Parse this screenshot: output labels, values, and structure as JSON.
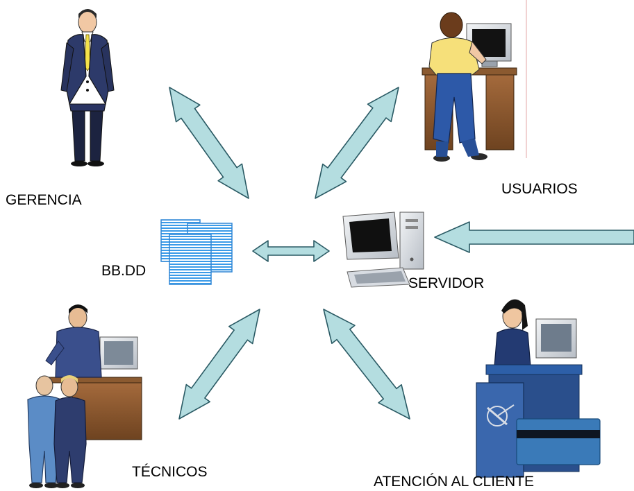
{
  "diagram": {
    "colors": {
      "arrow_fill": "#b4dde0",
      "arrow_stroke": "#2a5a64",
      "database_blue": "#3b9be8",
      "background": "#ffffff"
    },
    "nodes": {
      "gerencia": {
        "label": "GERENCIA",
        "icon": "businessman-icon"
      },
      "usuarios": {
        "label": "USUARIOS",
        "icon": "user-at-computer-icon"
      },
      "bbdd": {
        "label": "BB.DD",
        "icon": "database-documents-icon"
      },
      "servidor": {
        "label": "SERVIDOR",
        "icon": "desktop-computer-icon"
      },
      "tecnicos": {
        "label": "TÉCNICOS",
        "icon": "technicians-icon"
      },
      "atencion": {
        "label": "ATENCIÓN AL CLIENTE",
        "icon": "customer-service-icon"
      }
    },
    "connections": [
      {
        "from": "gerencia",
        "to": "servidor",
        "type": "bidirectional"
      },
      {
        "from": "usuarios",
        "to": "servidor",
        "type": "bidirectional"
      },
      {
        "from": "bbdd",
        "to": "servidor",
        "type": "bidirectional"
      },
      {
        "from": "tecnicos",
        "to": "servidor",
        "type": "bidirectional"
      },
      {
        "from": "atencion",
        "to": "servidor",
        "type": "bidirectional"
      },
      {
        "from": "external",
        "to": "servidor",
        "type": "unidirectional"
      }
    ]
  }
}
